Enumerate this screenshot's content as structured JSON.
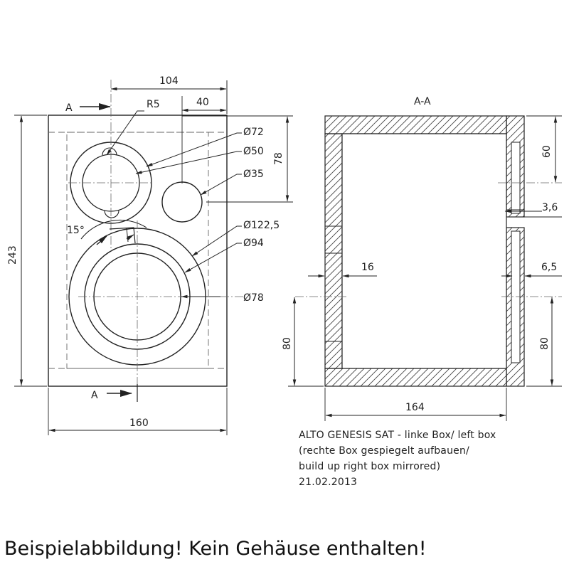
{
  "front_view": {
    "section_marker_top": "A",
    "section_marker_bottom": "A",
    "dim_104": "104",
    "dim_40": "40",
    "dim_r5": "R5",
    "dim_d72": "Ø72",
    "dim_d50": "Ø50",
    "dim_78_vertical": "78",
    "dim_d35": "Ø35",
    "dim_15deg": "15°",
    "dim_d1225": "Ø122,5",
    "dim_d94": "Ø94",
    "dim_d78": "Ø78",
    "dim_243": "243",
    "dim_160": "160"
  },
  "section_view": {
    "title": "A-A",
    "dim_60": "60",
    "dim_3_6": "3,6",
    "dim_16": "16",
    "dim_6_5": "6,5",
    "dim_80_left": "80",
    "dim_80_right": "80",
    "dim_164": "164"
  },
  "title_block": {
    "line1": "ALTO GENESIS SAT - linke Box/ left box",
    "line2": "(rechte Box gespiegelt aufbauen/",
    "line3": "build up right box mirrored)",
    "line4": "21.02.2013"
  },
  "caption": "Beispielabbildung! Kein Gehäuse enthalten!"
}
